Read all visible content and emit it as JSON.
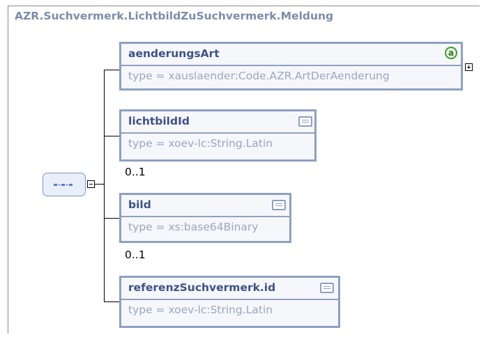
{
  "diagram": {
    "title": "AZR.Suchvermerk.LichtbildZuSuchvermerk.Meldung",
    "compositor": {
      "kind": "sequence",
      "icon": "sequence-icon"
    },
    "elements": [
      {
        "name": "aenderungsArt",
        "type": "type = xauslaender:Code.AZR.ArtDerAenderung",
        "icon": "attribute-icon",
        "icon_glyph": "a",
        "expandable": true,
        "cardinality": ""
      },
      {
        "name": "lichtbildId",
        "type": "type = xoev-lc:String.Latin",
        "icon": "simple-type-icon",
        "expandable": false,
        "cardinality": "0..1"
      },
      {
        "name": "bild",
        "type": "type = xs:base64Binary",
        "icon": "simple-type-icon",
        "expandable": false,
        "cardinality": "0..1"
      },
      {
        "name": "referenzSuchvermerk.id",
        "type": "type = xoev-lc:String.Latin",
        "icon": "simple-type-icon",
        "expandable": false,
        "cardinality": ""
      }
    ],
    "colors": {
      "border": "#8ea0c2",
      "name_text": "#3c5288",
      "type_text": "#9aa7c0",
      "title_text": "#7a8ea8",
      "attribute_icon": "#3e9a36"
    }
  }
}
